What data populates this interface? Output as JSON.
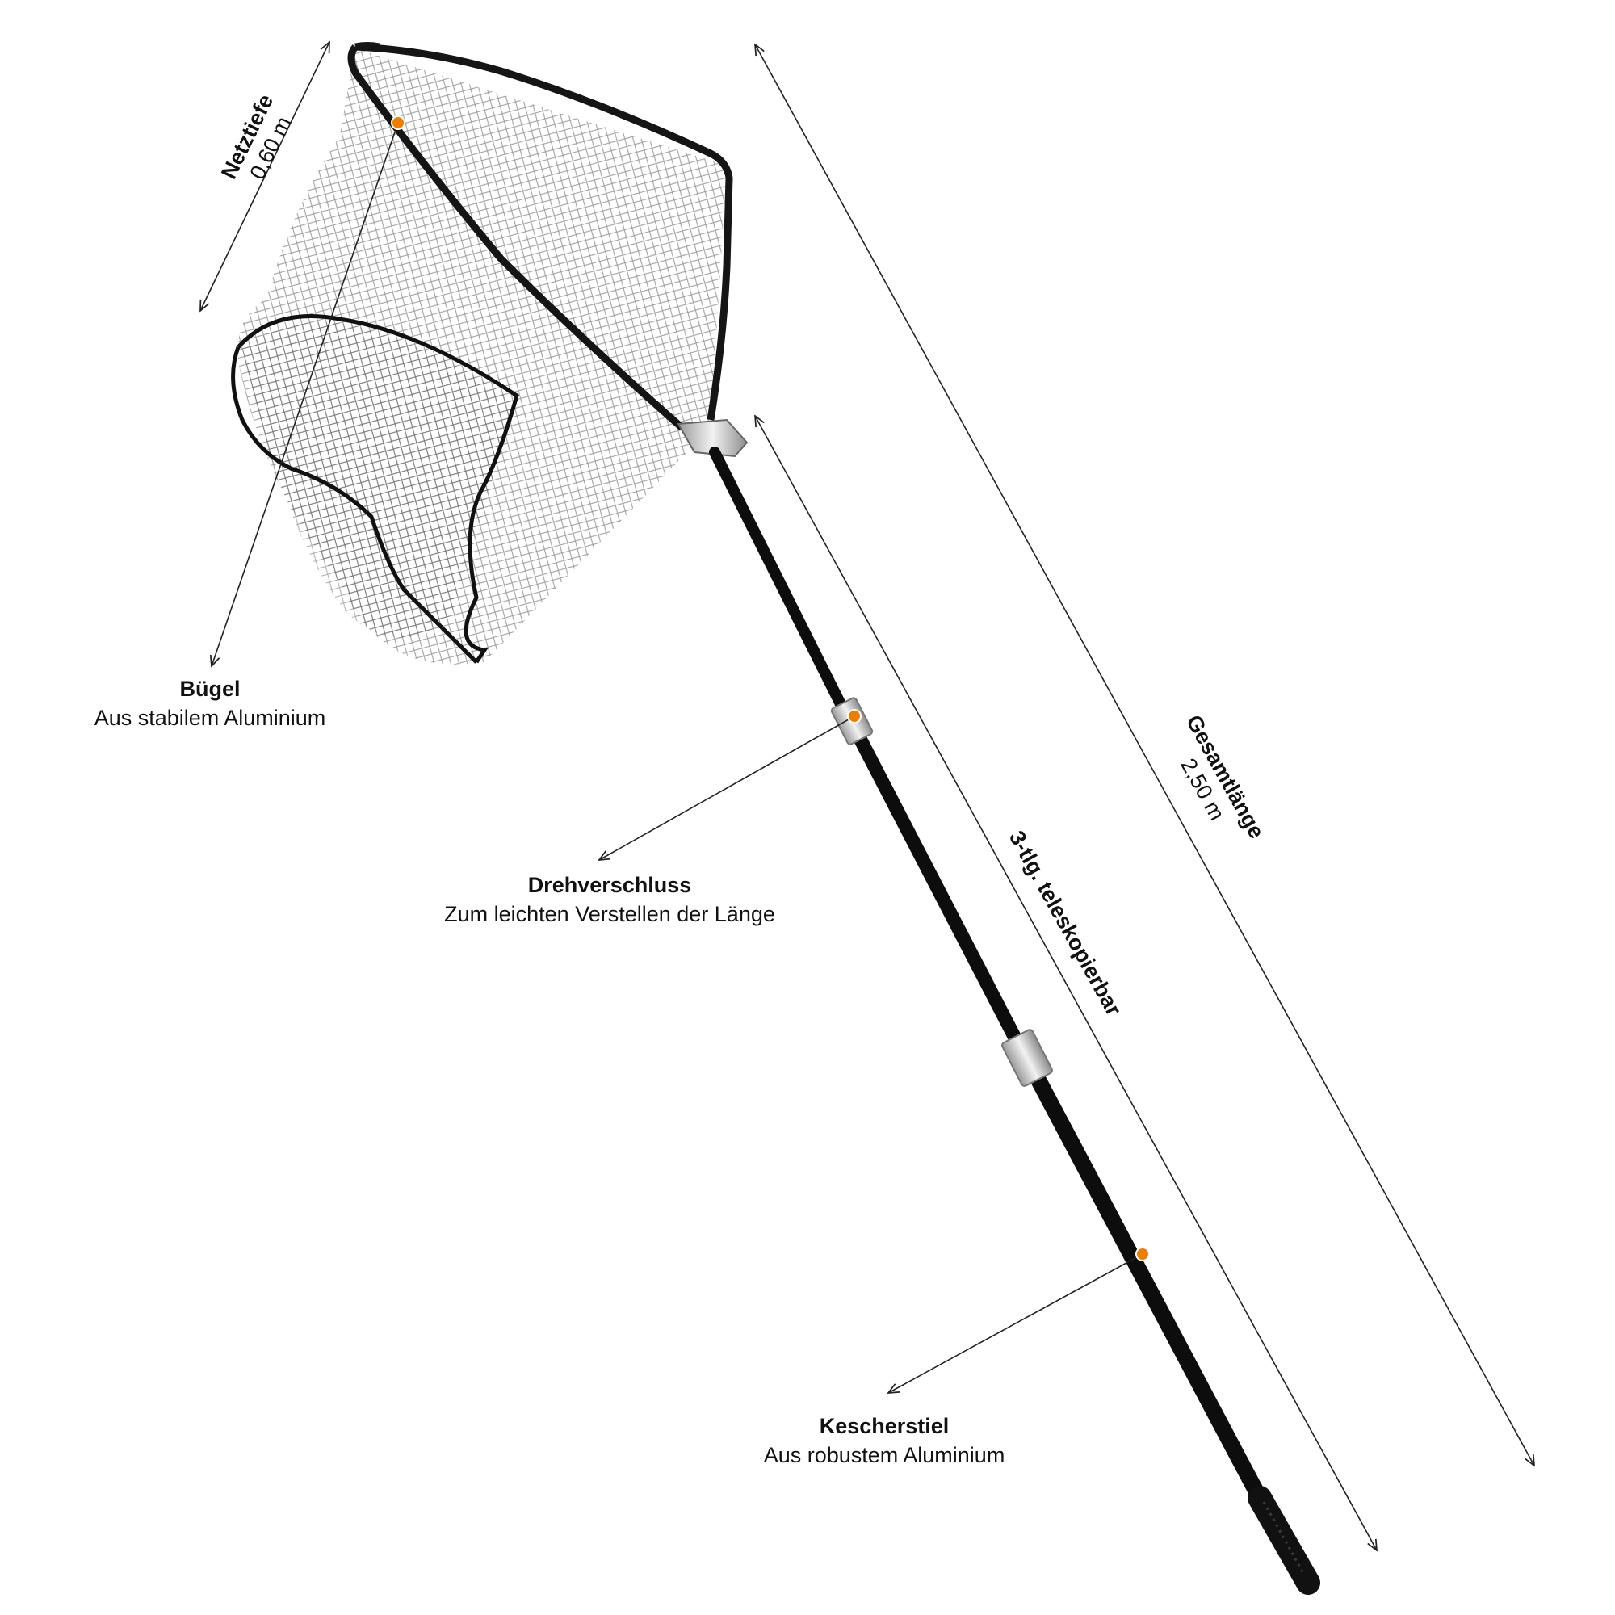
{
  "callouts": {
    "buegel": {
      "title": "Bügel",
      "subtitle": "Aus stabilem Aluminium"
    },
    "drehverschluss": {
      "title": "Drehverschluss",
      "subtitle": "Zum leichten Verstellen der Länge"
    },
    "kescherstiel": {
      "title": "Kescherstiel",
      "subtitle": "Aus robustem Aluminium"
    }
  },
  "dimensions": {
    "netztiefe": {
      "title": "Netztiefe",
      "value": "0,60 m"
    },
    "gesamtlaenge": {
      "title": "Gesamtlänge",
      "value": "2,50 m"
    },
    "teleskop": {
      "title": "3-tlg. teleskopierbar"
    }
  },
  "colors": {
    "marker": "#f07d00",
    "frame": "#1a1a1a",
    "net": "#3a3a3a",
    "pole": "#0d0d0d",
    "collar": "#c9c9c9",
    "line": "#222222"
  }
}
